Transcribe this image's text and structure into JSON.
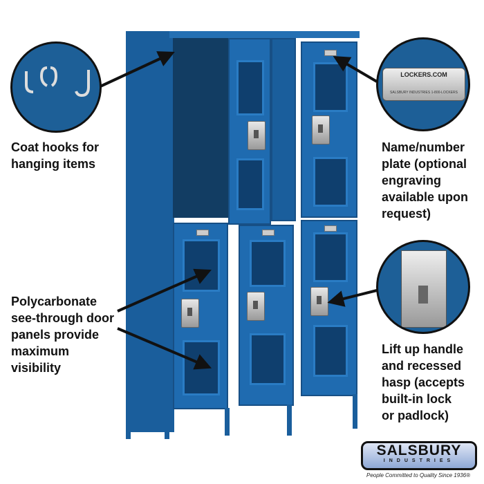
{
  "callouts": {
    "coat_hooks": [
      "Coat hooks for",
      "hanging items"
    ],
    "name_plate": [
      "Name/number",
      "plate (optional",
      "engraving",
      "available upon",
      "request)"
    ],
    "polycarbonate": [
      "Polycarbonate",
      "see-through door",
      "panels provide",
      "maximum",
      "visibility"
    ],
    "handle": [
      "Lift up handle",
      "and recessed",
      "hasp (accepts",
      "built-in lock",
      "or padlock)"
    ]
  },
  "name_plate_detail": {
    "title": "LOCKERS.COM",
    "footer": "SALSBURY INDUSTRIES   1-800-LOCKERS"
  },
  "logo": {
    "name": "SALSBURY",
    "sub": "INDUSTRIES",
    "tagline": "People Committed to Quality Since 1936®"
  },
  "colors": {
    "locker_blue": "#1f6bb0",
    "circle_blue": "#1d5f97"
  }
}
